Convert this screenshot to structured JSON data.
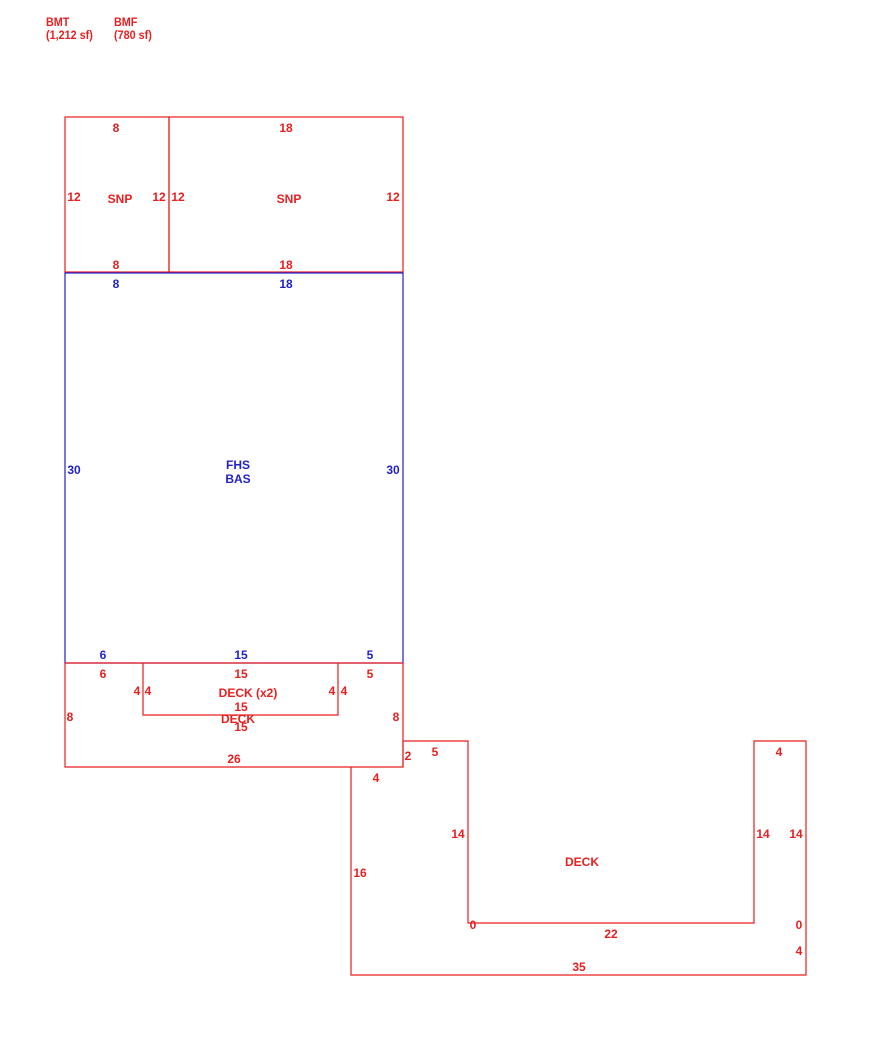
{
  "colors": {
    "red": "#e81f1f",
    "blue": "#1f1fcc"
  },
  "header": {
    "bmt_label": "BMT",
    "bmt_area": "(1,212 sf)",
    "bmf_label": "BMF",
    "bmf_area": "(780 sf)"
  },
  "areas": {
    "snp_left": "SNP",
    "snp_right": "SNP",
    "main_line1": "FHS",
    "main_line2": "BAS",
    "deck_x2": "DECK (x2)",
    "deck_lower": "DECK",
    "deck_right": "DECK"
  },
  "dims": {
    "snp_left_top": "8",
    "snp_left_left": "12",
    "snp_left_right": "12",
    "snp_left_bottom": "8",
    "snp_right_top": "18",
    "snp_right_left": "12",
    "snp_right_right": "12",
    "snp_right_bottom": "18",
    "bas_top_left": "8",
    "bas_top_right": "18",
    "bas_left": "30",
    "bas_right": "30",
    "bas_bottom_a": "6",
    "bas_bottom_b": "15",
    "bas_bottom_c": "5",
    "deck_top_a": "6",
    "deck_top_b": "15",
    "deck_top_c": "5",
    "deck_notch_l1": "4",
    "deck_notch_l2": "4",
    "deck_notch_r1": "4",
    "deck_notch_r2": "4",
    "deck_notch_bottom": "15",
    "deck_notch_bottom2": "15",
    "deck_left": "8",
    "deck_right": "8",
    "deck_bottom": "26",
    "u_step_2": "2",
    "u_top_left": "5",
    "u_step_4": "4",
    "u_inner_left": "14",
    "u_outer_left": "16",
    "u_inner_zero_left": "0",
    "u_inner_bottom": "22",
    "u_top_right": "4",
    "u_inner_right": "14",
    "u_outer_right": "14",
    "u_zero_right": "0",
    "u_four_right": "4",
    "u_bottom": "35"
  }
}
